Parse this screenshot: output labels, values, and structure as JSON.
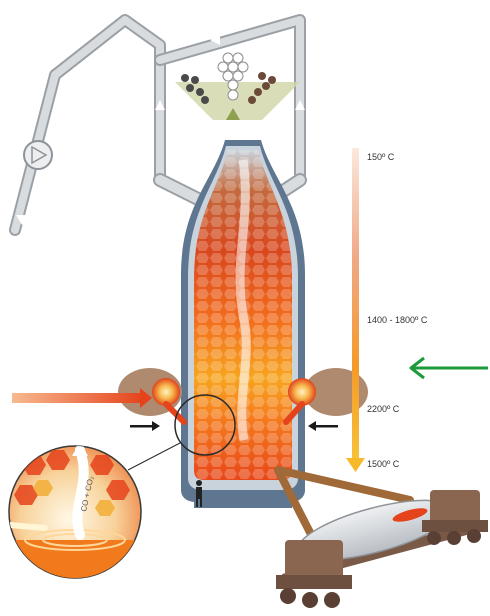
{
  "temperature_scale": {
    "labels": [
      "150º C",
      "1400 - 1800º C",
      "2200º C",
      "1500º C"
    ],
    "gradient_colors": [
      "#fbe6d8",
      "#f3a77a",
      "#f6a623",
      "#f7c23a"
    ]
  },
  "zoom_inset": {
    "gas_label": "CO + CO₂"
  },
  "indicator": {
    "arrow_color": "#1f9a3a",
    "icon": "arrow-left-icon"
  },
  "colors": {
    "pipe": "#c9ccd0",
    "furnace_shell": "#5f7690",
    "furnace_lining": "#c9d3dc",
    "hot_core": "#e8571f",
    "tuyere_glow": "#f15a24",
    "ladle_car": "#8a6650",
    "ladle_body": "#d6dade"
  }
}
